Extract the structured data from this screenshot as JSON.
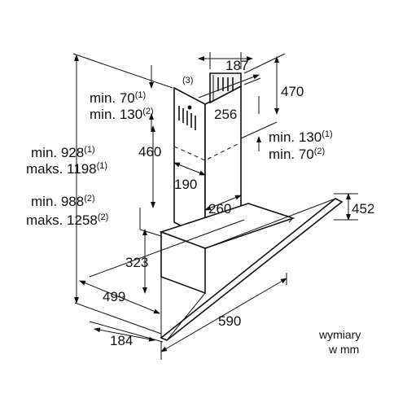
{
  "labels": {
    "callout_3": "(3)",
    "d187": "187",
    "d470": "470",
    "d256": "256",
    "d460": "460",
    "d190": "190",
    "d260": "260",
    "d452": "452",
    "d323": "323",
    "d499": "499",
    "d590": "590",
    "d184": "184",
    "min70_val": "min. 70",
    "min70_ref": "(1)",
    "min130_val": "min. 130",
    "min130_ref": "(2)",
    "min928_val": "min. 928",
    "min928_ref": "(1)",
    "max1198_val": "maks. 1198",
    "max1198_ref": "(1)",
    "min988_val": "min. 988",
    "min988_ref": "(2)",
    "max1258_val": "maks. 1258",
    "max1258_ref": "(2)",
    "rmin130_val": "min. 130",
    "rmin130_ref": "(1)",
    "rmin70_val": "min. 70",
    "rmin70_ref": "(2)",
    "units_line1": "wymiary",
    "units_line2": "w mm"
  }
}
